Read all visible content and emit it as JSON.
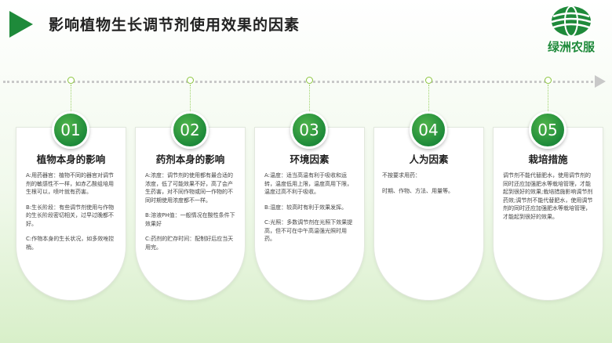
{
  "header": {
    "title": "影响植物生长调节剂使用效果的因素"
  },
  "logo": {
    "name": "绿洲农服"
  },
  "colors": {
    "accent": "#1e8a3a",
    "light_green": "#8cc63f"
  },
  "cards": [
    {
      "number": "01",
      "title": "植物本身的影响",
      "paragraphs": [
        "A:用药器官：植物不同的器官对调节剂的敏感性不一样，如赤乙酸组培用生根可以，喷叶就有药害。",
        "B:生长阶段：有些调节剂使用与作物的生长阶段密切相关，过早过晚都不好。",
        "C:作物本身的生长状况，如多效唑控梢。"
      ]
    },
    {
      "number": "02",
      "title": "药剂本身的影响",
      "paragraphs": [
        "A:浓度：调节剂的使用都有最合适的浓度，低了可能效果不好，高了会产生药害，对不同作物或同一作物的不同时期使用浓度都不一样。",
        "B:溶液PH值：一般情况在酸性条件下效果好",
        "C:药剂的贮存时间：配制好后应当天用完。"
      ]
    },
    {
      "number": "03",
      "title": "环境因素",
      "paragraphs": [
        "A:温度：适当高温有利于吸收和运转，温度低用上限，温度高用下限，温度过高不利于吸收。",
        "B:湿度：较高时有利于效果发挥。",
        "C:光照：多数调节剂在光照下效果提高，但不可在中午高温强光照时用药。"
      ]
    },
    {
      "number": "04",
      "title": "人为因素",
      "paragraphs": [
        "不按要求用药：",
        "时期、作物、方法、用量等。"
      ]
    },
    {
      "number": "05",
      "title": "栽培措施",
      "paragraphs": [
        "调节剂不能代替肥水，使用调节剂的同时还应加强肥水等栽培管理，才能起到很好的效果;栽培措施影响调节剂药效;调节剂不能代替肥水，使用调节剂的同时还应加强肥水等栽培管理，才能起到很好的效果。"
      ]
    }
  ]
}
